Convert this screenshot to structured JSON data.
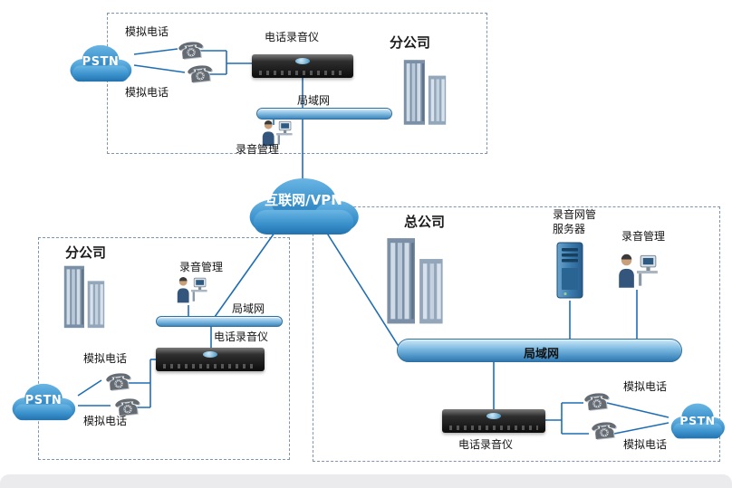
{
  "colors": {
    "cloud_blue": "#3b92cc",
    "connector_blue": "#1f6eb4",
    "lan_bar_blue": "#7ab8e0",
    "device_black": "#0c0c0c"
  },
  "icons": {
    "phone_glyph": "☎"
  },
  "internet": {
    "label": "互联网/VPN"
  },
  "branch_top": {
    "title": "分公司",
    "pstn": "PSTN",
    "phone_label_top": "模拟电话",
    "phone_label_bottom": "模拟电话",
    "recorder_label": "电话录音仪",
    "lan_label": "局域网",
    "mgmt_label": "录音管理"
  },
  "branch_left": {
    "title": "分公司",
    "pstn": "PSTN",
    "phone_label_top": "模拟电话",
    "phone_label_bottom": "模拟电话",
    "recorder_label": "电话录音仪",
    "lan_label": "局域网",
    "mgmt_label": "录音管理"
  },
  "hq": {
    "title": "总公司",
    "pstn": "PSTN",
    "server_label_line1": "录音网管",
    "server_label_line2": "服务器",
    "mgmt_label": "录音管理",
    "lan_label": "局域网",
    "recorder_label": "电话录音仪",
    "phone_label_top": "模拟电话",
    "phone_label_bottom": "模拟电话"
  }
}
